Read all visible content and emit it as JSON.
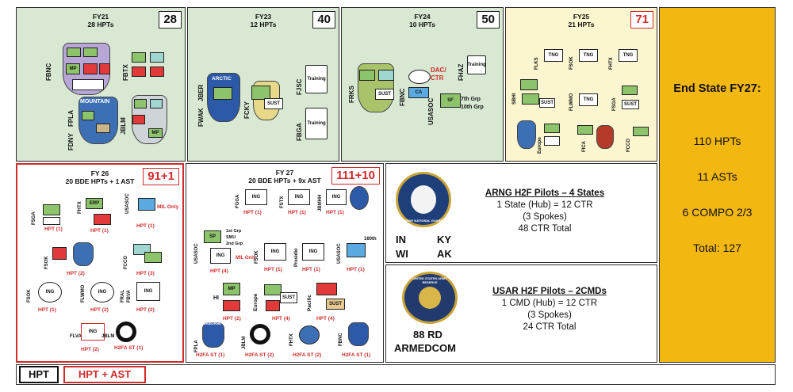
{
  "panels": {
    "fy21": {
      "title": "FY21",
      "subtitle": "28 HPTs",
      "count": "28",
      "labels": [
        "FBNC",
        "FBTX",
        "FDNY",
        "FPLA",
        "JBLM"
      ],
      "badges": {
        "mountain": "MOUNTAIN",
        "mp": "MP"
      }
    },
    "fy23": {
      "title": "FY23",
      "subtitle": "12 HPTs",
      "count": "40",
      "labels": [
        "FWAK",
        "JBER",
        "FCKY",
        "FJSC",
        "FBGA"
      ],
      "badges": {
        "arctic": "ARCTIC",
        "training1": "Training",
        "training2": "Training",
        "sust": "SUST"
      }
    },
    "fy24": {
      "title": "FY24",
      "subtitle": "10 HPTs",
      "count": "50",
      "labels": [
        "FRKS",
        "FBNC",
        "DAC/",
        "CTR",
        "USASOC",
        "FHAZ",
        "7th Grp",
        "10th Grp"
      ],
      "badges": {
        "sust": "SUST",
        "ca": "CA",
        "sf": "SF",
        "training": "Training"
      }
    },
    "fy25": {
      "title": "FY25",
      "subtitle": "21 HPTs",
      "count": "71",
      "labels": [
        "FLKS",
        "FSOK",
        "FHTX",
        "SBHI",
        "FLWMO",
        "FSGA",
        "Europe",
        "FICA",
        "FCCO"
      ],
      "badges": {
        "tng": "TNG",
        "sust": "SUST"
      }
    },
    "fy26": {
      "title": "FY 26",
      "subtitle": "20 BDE HPTs + 1 AST",
      "count": "91+1",
      "labels": [
        "FSGA",
        "FHTX",
        "USASOC",
        "MIL Only",
        "FSOK",
        "FCCO",
        "FSOK",
        "FLWMO",
        "FRAL",
        "FBVA",
        "FLVA",
        "JBLM"
      ],
      "hpts": [
        "HPT (1)",
        "HPT (1)",
        "HPT (1)",
        "HPT (2)",
        "HPT (3)",
        "HPT (1)",
        "HPT (2)",
        "HPT (2)",
        "HPT (2)",
        "H2FA ST (1)"
      ],
      "badges": {
        "erp": "ERP",
        "ing": "ING"
      }
    },
    "fy27": {
      "title": "FY 27",
      "subtitle": "20 BDE HPTs + 9x AST",
      "count": "111+10",
      "labels": [
        "FGGA",
        "FSTX",
        "JBMHH",
        "USASOC",
        "1st Grp",
        "SMU",
        "2nd Grp",
        "MIL Only",
        "FSOK",
        "Presidio",
        "USASOC",
        "160th",
        "HI",
        "Europe",
        "Pacific",
        "FPLA",
        "JBLM",
        "FHTX",
        "FBNC"
      ],
      "hpts": [
        "HPT (1)",
        "HPT (1)",
        "HPT (1)",
        "HPT (4)",
        "HPT (1)",
        "HPT (1)",
        "HPT (1)",
        "HPT (2)",
        "HPT (4)",
        "HPT (4)",
        "H2FA ST (1)",
        "H2FA ST (2)",
        "H2FA ST (2)",
        "H2FA ST (1)"
      ],
      "badges": {
        "mp": "MP",
        "sust": "SUST",
        "ing": "ING",
        "airborne": "AIRBORNE",
        "sp": "SP"
      }
    }
  },
  "arng": {
    "title": "ARNG H2F Pilots – 4 States",
    "line1": "1 State (Hub) = 12 CTR",
    "line2": "(3 Spokes)",
    "line3": "48 CTR Total",
    "states": [
      "IN",
      "KY",
      "WI",
      "AK"
    ],
    "seal_text": "ARMY NATIONAL GUARD"
  },
  "usar": {
    "title": "USAR H2F Pilots – 2CMDs",
    "line1": "1 CMD (Hub) = 12 CTR",
    "line2": "(3 Spokes)",
    "line3": "24 CTR Total",
    "cmd1": "88 RD",
    "cmd2": "ARMEDCOM",
    "seal_text": "UNITED STATES ARMY RESERVE"
  },
  "end_state": {
    "heading": "End State FY27:",
    "hpts": "110 HPTs",
    "asts": "11 ASTs",
    "compo": "6 COMPO 2/3",
    "total": "Total: 127"
  },
  "legend": {
    "hpt": "HPT",
    "hpt_ast": "HPT + AST"
  },
  "colors": {
    "green_panel": "#d8e8d2",
    "yellow_panel": "#fbf6cf",
    "end_state": "#f3b711",
    "red": "#d12b2b"
  }
}
